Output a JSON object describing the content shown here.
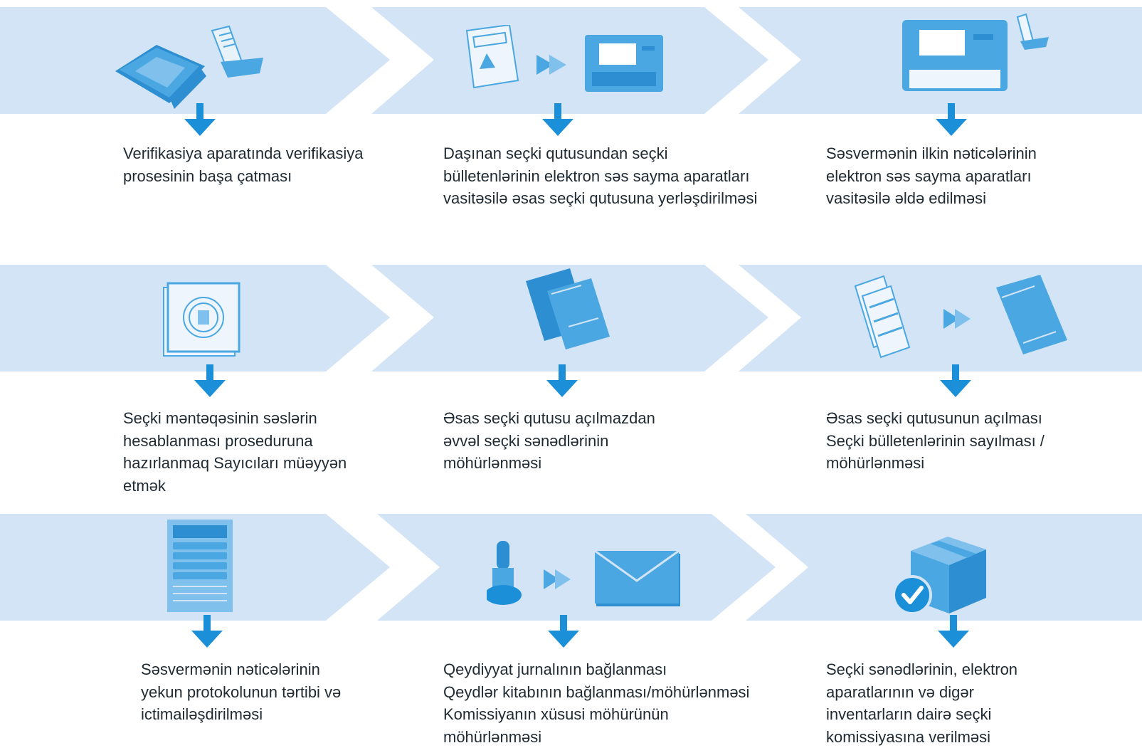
{
  "colors": {
    "band": "#d2e4f5",
    "icon": "#4aa7e2",
    "icon_dark": "#2d8fd2",
    "arrow": "#1b8fd8",
    "text": "#1f2a33"
  },
  "steps": [
    {
      "icon": "tablet-printer-icon",
      "lines": [
        "Verifikasiya aparatında verifikasiya",
        "prosesinin başa çatması"
      ]
    },
    {
      "icon": "ballot-to-scanner-icon",
      "lines": [
        "Daşınan seçki qutusundan seçki",
        "bülletenlərinin elektron səs sayma aparatları",
        "vasitəsilə əsas seçki qutusuna yerləşdirilməsi"
      ]
    },
    {
      "icon": "scanner-receipt-icon",
      "lines": [
        "Səsvermənin ilkin nəticələrinin",
        "elektron səs sayma aparatları",
        "vasitəsilə əldə edilməsi"
      ]
    },
    {
      "icon": "seal-document-icon",
      "lines": [
        "Seçki məntəqəsinin səslərin",
        "hesablanması proseduruna",
        "hazırlanmaq Sayıcıları  müəyyən",
        "etmək"
      ]
    },
    {
      "icon": "documents-icon",
      "lines": [
        "Əsas seçki qutusu açılmazdan",
        "əvvəl seçki sənədlərinin",
        "möhürlənməsi"
      ]
    },
    {
      "icon": "ballots-to-folder-icon",
      "lines": [
        "Əsas seçki qutusunun açılması",
        "Seçki bülletenlərinin sayılması  /",
        "möhürlənməsi"
      ]
    },
    {
      "icon": "protocol-form-icon",
      "lines": [
        "Səsvermənin nəticələrinin",
        "yekun protokolunun tərtibi və",
        "ictimailəşdirilməsi"
      ]
    },
    {
      "icon": "stamp-to-envelope-icon",
      "lines": [
        "Qeydiyyat jurnalının bağlanması",
        "Qeydlər kitabının bağlanması/möhürlənməsi",
        "Komissiyanın xüsusi möhürünün",
        "möhürlənməsi"
      ]
    },
    {
      "icon": "box-check-icon",
      "lines": [
        "Seçki sənədlərinin, elektron",
        "aparatlarının və digər",
        "inventarların dairə seçki",
        "komissiyasına verilməsi"
      ]
    }
  ]
}
